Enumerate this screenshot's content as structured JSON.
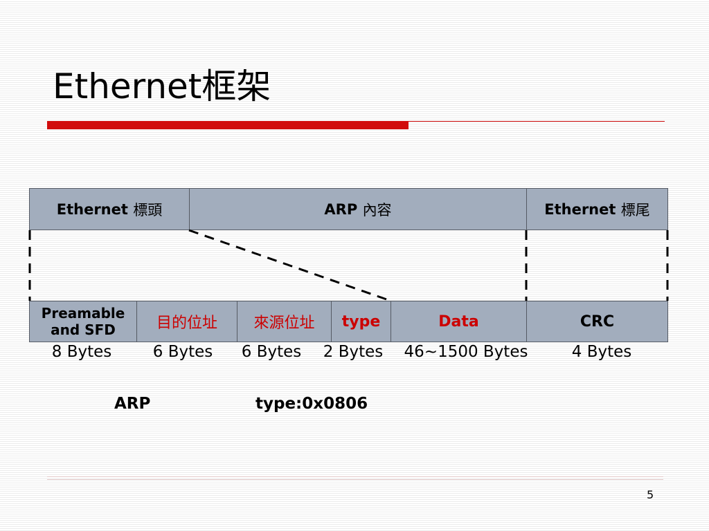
{
  "title": "Ethernet框架",
  "page_number": "5",
  "top_row": {
    "header": {
      "label": "Ethernet",
      "cjk": "標頭"
    },
    "arp": {
      "label": "ARP",
      "cjk": "內容"
    },
    "trailer": {
      "label": "Ethernet",
      "cjk": "標尾"
    }
  },
  "frame_fields": [
    {
      "line1": "Preamable",
      "line2": "and SFD",
      "bytes": "8 Bytes"
    },
    {
      "label": "目的位址",
      "bytes": "6 Bytes"
    },
    {
      "label": "來源位址",
      "bytes": "6 Bytes"
    },
    {
      "label": "type",
      "bytes": "2 Bytes"
    },
    {
      "label": "Data",
      "bytes": "46~1500 Bytes"
    },
    {
      "label": "CRC",
      "bytes": "4 Bytes"
    }
  ],
  "note": {
    "protocol": "ARP",
    "type": "type:0x0806"
  },
  "colors": {
    "accent_red": "#d10d0d",
    "cell_fill": "#a2adbd",
    "highlight_text": "#cc0000"
  }
}
